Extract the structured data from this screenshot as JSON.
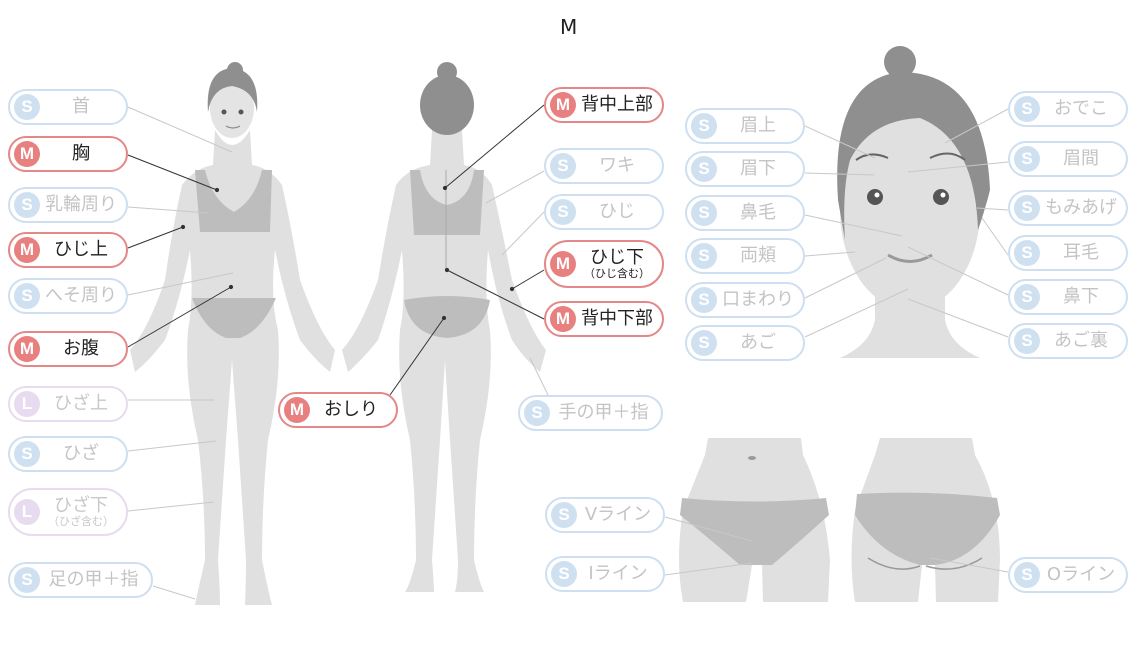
{
  "title": "M",
  "colors": {
    "M": "#e98080",
    "S": "#cfe0f1",
    "L": "#e7dcef"
  },
  "labels": {
    "kubi": {
      "size": "S",
      "name": "首"
    },
    "mune": {
      "size": "M",
      "name": "胸"
    },
    "nyurin": {
      "size": "S",
      "name": "乳輪周り"
    },
    "hijiue": {
      "size": "M",
      "name": "ひじ上"
    },
    "heso": {
      "size": "S",
      "name": "へそ周り"
    },
    "onaka": {
      "size": "M",
      "name": "お腹"
    },
    "hizaue": {
      "size": "L",
      "name": "ひざ上"
    },
    "hiza": {
      "size": "S",
      "name": "ひざ"
    },
    "hizashita": {
      "size": "L",
      "name": "ひざ下",
      "note": "（ひざ含む）"
    },
    "ashi": {
      "size": "S",
      "name": "足の甲＋指"
    },
    "senakaue": {
      "size": "M",
      "name": "背中上部"
    },
    "waki": {
      "size": "S",
      "name": "ワキ"
    },
    "hiji": {
      "size": "S",
      "name": "ひじ"
    },
    "hijishita": {
      "size": "M",
      "name": "ひじ下",
      "note": "（ひじ含む）"
    },
    "senakashita": {
      "size": "M",
      "name": "背中下部"
    },
    "oshiri": {
      "size": "M",
      "name": "おしり"
    },
    "te": {
      "size": "S",
      "name": "手の甲＋指"
    },
    "mayuue": {
      "size": "S",
      "name": "眉上"
    },
    "mayushita": {
      "size": "S",
      "name": "眉下"
    },
    "hanage": {
      "size": "S",
      "name": "鼻毛"
    },
    "ryouhoho": {
      "size": "S",
      "name": "両頬"
    },
    "kuchi": {
      "size": "S",
      "name": "口まわり"
    },
    "ago": {
      "size": "S",
      "name": "あご"
    },
    "odeko": {
      "size": "S",
      "name": "おでこ"
    },
    "miken": {
      "size": "S",
      "name": "眉間"
    },
    "momiage": {
      "size": "S",
      "name": "もみあげ"
    },
    "mimige": {
      "size": "S",
      "name": "耳毛"
    },
    "hanashita": {
      "size": "S",
      "name": "鼻下"
    },
    "agoura": {
      "size": "S",
      "name": "あご裏"
    },
    "vline": {
      "size": "S",
      "name": "Vライン"
    },
    "iline": {
      "size": "S",
      "name": "Iライン"
    },
    "oline": {
      "size": "S",
      "name": "Oライン"
    }
  }
}
